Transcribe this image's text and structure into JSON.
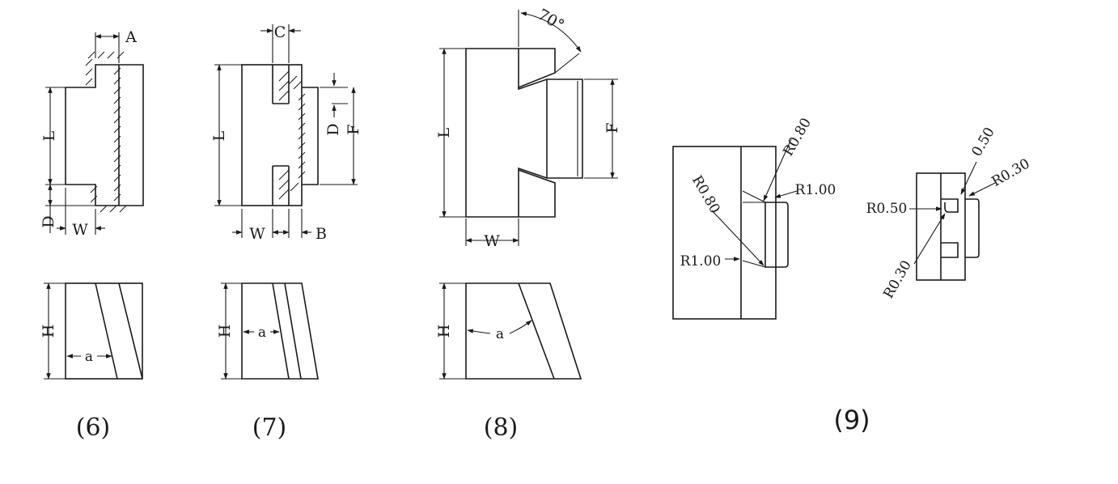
{
  "figures": [
    {
      "caption": "(6)",
      "labels": {
        "L": "L",
        "D": "D",
        "W": "W",
        "A": "A",
        "H": "H",
        "a": "a"
      }
    },
    {
      "caption": "(7)",
      "labels": {
        "L": "L",
        "C": "C",
        "D": "D",
        "F": "F",
        "W": "W",
        "B": "B",
        "H": "H",
        "a": "a"
      }
    },
    {
      "caption": "(8)",
      "labels": {
        "L": "L",
        "F": "F",
        "W": "W",
        "angle": "70°",
        "H": "H",
        "a": "a"
      }
    },
    {
      "caption": "(9)",
      "labels": {
        "left_r080_top": "R0.80",
        "left_r100_right": "R1.00",
        "left_r080_diag": "R0.80",
        "left_r100_left": "R1.00",
        "right_050": "0.50",
        "right_r030_top": "R0.30",
        "right_r050": "R0.50",
        "right_r030_diag": "R0.30"
      }
    }
  ]
}
